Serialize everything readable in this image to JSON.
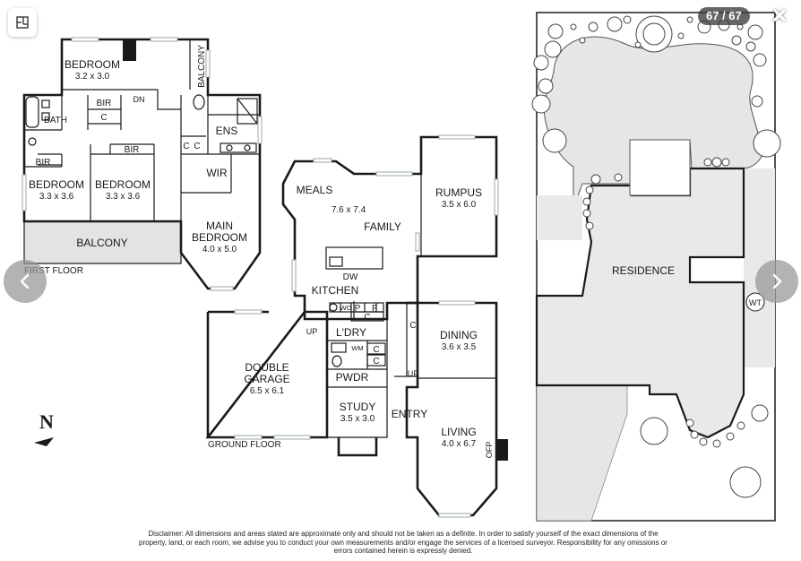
{
  "viewer": {
    "counter": "67 / 67",
    "close_glyph": "✕",
    "floorplan_icon": "floorplan-icon",
    "prev_icon": "chevron-left-icon",
    "next_icon": "chevron-right-icon"
  },
  "first_floor": {
    "title": "FIRST FLOOR",
    "rooms": {
      "bedroom_top": "BEDROOM",
      "bedroom_top_dim": "3.2 x 3.0",
      "balcony_side": "BALCONY",
      "dn": "DN",
      "bir_1": "BIR",
      "c_1": "C",
      "bath": "BATH",
      "ens": "ENS",
      "c_2": "C",
      "c_3": "C",
      "bir_2": "BIR",
      "bir_3": "BIR",
      "bedroom_left": "BEDROOM",
      "bedroom_left_dim": "3.3 x 3.6",
      "bedroom_mid": "BEDROOM",
      "bedroom_mid_dim": "3.3 x 3.6",
      "wir": "WIR",
      "main_bedroom": "MAIN",
      "main_bedroom_2": "BEDROOM",
      "main_bedroom_dim": "4.0 x 5.0",
      "balcony": "BALCONY"
    }
  },
  "ground_floor": {
    "title": "GROUND FLOOR",
    "rooms": {
      "meals": "MEALS",
      "family_dim": "7.6 x 7.4",
      "family": "FAMILY",
      "rumpus": "RUMPUS",
      "rumpus_dim": "3.5 x 6.0",
      "dw": "DW",
      "kitchen": "KITCHEN",
      "wo": "WO",
      "p": "P",
      "f": "F",
      "c_a": "C",
      "c_b": "C",
      "up_1": "UP",
      "ldry": "L'DRY",
      "wm": "WM",
      "c_c": "C",
      "c_d": "C",
      "pwdr": "PWDR",
      "up_2": "UP",
      "double_garage": "DOUBLE",
      "double_garage_2": "GARAGE",
      "garage_dim": "6.5 x 6.1",
      "study": "STUDY",
      "study_dim": "3.5 x 3.0",
      "entry": "ENTRY",
      "dining": "DINING",
      "dining_dim": "3.6 x 3.5",
      "living": "LIVING",
      "living_dim": "4.0 x 6.7",
      "ofp": "OFP"
    }
  },
  "site": {
    "residence": "RESIDENCE",
    "wt": "WT"
  },
  "compass": {
    "letter": "N"
  },
  "disclaimer": "Disclaimer: All dimensions and areas stated are approximate only and should not be taken as a definite. In order to satisfy yourself of the exact dimensions of the property, land, or each room, we advise you to conduct your own measurements and/or engage the services of a licensed surveyor. Responsibility for any omissions or errors contained herein is expressly denied."
}
